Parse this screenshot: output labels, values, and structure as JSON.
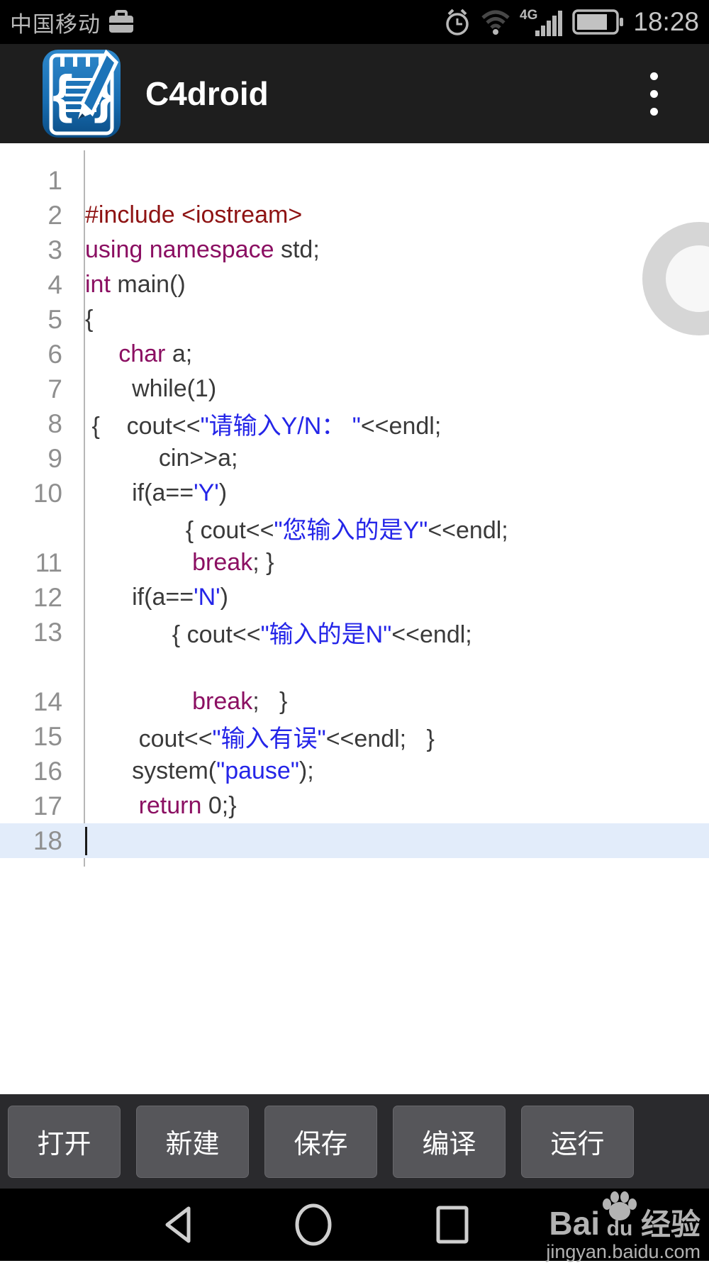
{
  "status_bar": {
    "carrier": "中国移动",
    "network_label": "4G",
    "time": "18:28"
  },
  "app_bar": {
    "title": "C4droid"
  },
  "editor": {
    "rows": [
      {
        "n": "1",
        "segs": []
      },
      {
        "n": "2",
        "segs": [
          [
            "p",
            "#include <iostream>"
          ]
        ]
      },
      {
        "n": "3",
        "segs": [
          [
            "k",
            "using namespace"
          ],
          [
            "d",
            " std;"
          ]
        ]
      },
      {
        "n": "4",
        "segs": [
          [
            "k",
            "int"
          ],
          [
            "d",
            " main()"
          ]
        ]
      },
      {
        "n": "5",
        "segs": [
          [
            "d",
            "{"
          ]
        ]
      },
      {
        "n": "6",
        "segs": [
          [
            "d",
            "     "
          ],
          [
            "k",
            "char"
          ],
          [
            "d",
            " a;"
          ]
        ]
      },
      {
        "n": "7",
        "segs": [
          [
            "d",
            "       while(1)"
          ]
        ]
      },
      {
        "n": "8",
        "segs": [
          [
            "d",
            " {    cout<<"
          ],
          [
            "s",
            "\"请输入Y/N： \""
          ],
          [
            "d",
            "<<endl;"
          ]
        ]
      },
      {
        "n": "9",
        "segs": [
          [
            "d",
            "           cin>>a;"
          ]
        ]
      },
      {
        "n": "10",
        "segs": [
          [
            "d",
            "       if(a=="
          ],
          [
            "s",
            "'Y'"
          ],
          [
            "d",
            ")"
          ]
        ]
      },
      {
        "n": "",
        "segs": [
          [
            "d",
            "               { cout<<"
          ],
          [
            "s",
            "\"您输入的是Y\""
          ],
          [
            "d",
            "<<endl;"
          ]
        ]
      },
      {
        "n": "11",
        "segs": [
          [
            "d",
            "                "
          ],
          [
            "k",
            "break"
          ],
          [
            "d",
            "; }"
          ]
        ]
      },
      {
        "n": "12",
        "segs": [
          [
            "d",
            "       if(a=="
          ],
          [
            "s",
            "'N'"
          ],
          [
            "d",
            ")"
          ]
        ]
      },
      {
        "n": "13",
        "segs": [
          [
            "d",
            "             { cout<<"
          ],
          [
            "s",
            "\"输入的是N\""
          ],
          [
            "d",
            "<<endl;"
          ]
        ]
      },
      {
        "n": "",
        "segs": []
      },
      {
        "n": "14",
        "segs": [
          [
            "d",
            "                "
          ],
          [
            "k",
            "break"
          ],
          [
            "d",
            ";   }"
          ]
        ]
      },
      {
        "n": "15",
        "segs": [
          [
            "d",
            "        cout<<"
          ],
          [
            "s",
            "\"输入有误\""
          ],
          [
            "d",
            "<<endl;   }"
          ]
        ]
      },
      {
        "n": "16",
        "segs": [
          [
            "d",
            "       system("
          ],
          [
            "s",
            "\"pause\""
          ],
          [
            "d",
            ");"
          ]
        ]
      },
      {
        "n": "17",
        "segs": [
          [
            "d",
            "        "
          ],
          [
            "k",
            "return"
          ],
          [
            "d",
            " 0;}"
          ]
        ]
      },
      {
        "n": "18",
        "segs": [],
        "cursor": true,
        "highlight": true
      }
    ]
  },
  "toolbar": {
    "buttons": [
      {
        "key": "open",
        "label": "打开"
      },
      {
        "key": "new",
        "label": "新建"
      },
      {
        "key": "save",
        "label": "保存"
      },
      {
        "key": "compile",
        "label": "编译"
      },
      {
        "key": "run",
        "label": "运行"
      }
    ]
  },
  "watermark": {
    "bai": "Bai",
    "du": "du",
    "jingyan": "经验",
    "url": "jingyan.baidu.com"
  },
  "colors": {
    "keyword": "#8b0f62",
    "preprocessor": "#8e1313",
    "string": "#2425e8",
    "code_default": "#3a3a3a",
    "line_number": "#8f8f8f",
    "current_line_highlight": "#e2ecfa",
    "app_bar_bg": "#1e1e1e",
    "toolbar_bg": "#2a2a2d",
    "button_bg": "#56565a",
    "icon_blue": "#1c73b8"
  }
}
